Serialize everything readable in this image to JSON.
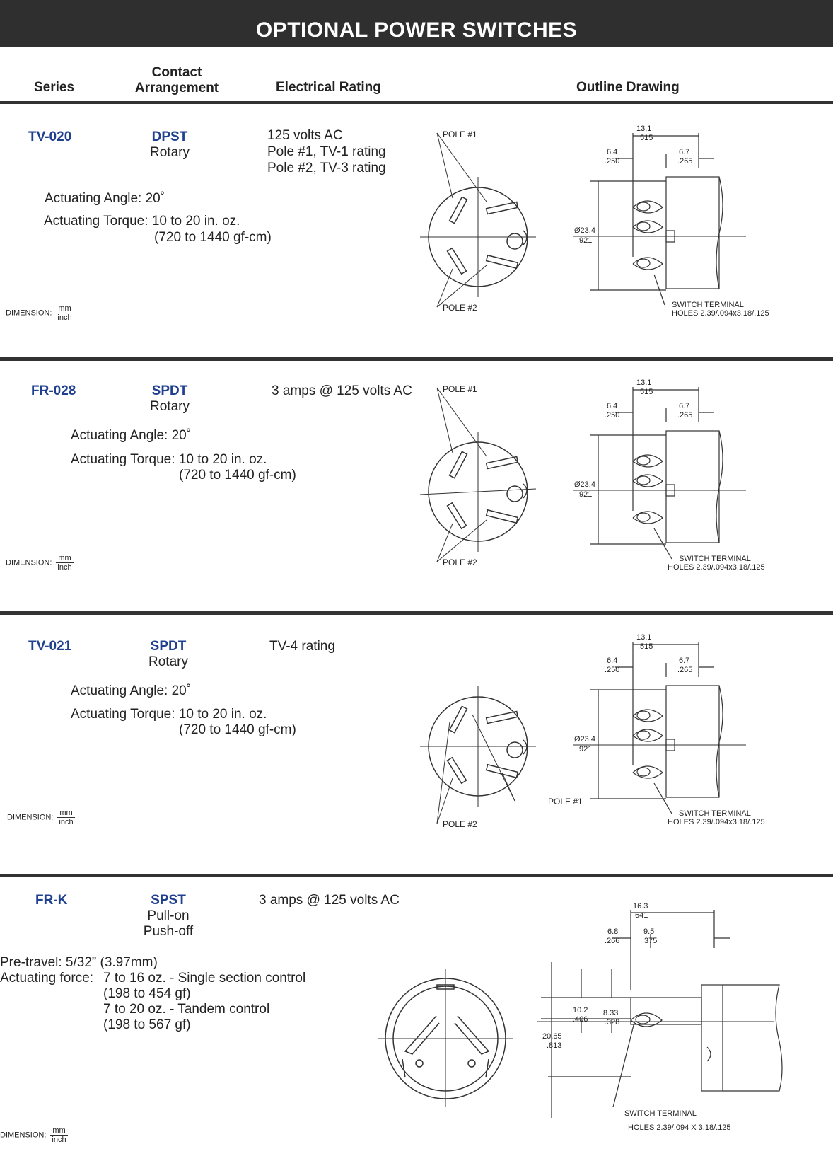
{
  "title": "OPTIONAL POWER SWITCHES",
  "headers": {
    "series": "Series",
    "contact_line1": "Contact",
    "contact_line2": "Arrangement",
    "rating": "Electrical Rating",
    "drawing": "Outline Drawing"
  },
  "dimension": {
    "label": "DIMENSION:",
    "num": "mm",
    "den": "inch"
  },
  "drawing_labels": {
    "pole1": "POLE #1",
    "pole2": "POLE #2",
    "dia_mm": "Ø23.4",
    "dia_in": ".921",
    "w_mm": "13.1",
    "w_in": ".515",
    "a_mm": "6.4",
    "a_in": ".250",
    "b_mm": "6.7",
    "b_in": ".265",
    "term1": "SWITCH TERMINAL",
    "term2": "HOLES 2.39/.094x3.18/.125"
  },
  "frk_drawing": {
    "w_mm": "16.3",
    "w_in": ".641",
    "a_mm": "6.8",
    "a_in": ".266",
    "b_mm": "9.5",
    "b_in": ".375",
    "h1_mm": "10.2",
    "h1_in": ".406",
    "h2_mm": "8.33",
    "h2_in": ".328",
    "h3_mm": "20.65",
    "h3_in": ".813",
    "term1": "SWITCH TERMINAL",
    "term2": "HOLES 2.39/.094 X 3.18/.125"
  },
  "sections": [
    {
      "series": "TV-020",
      "contact": "DPST",
      "contact_type": "Rotary",
      "rating": [
        "125 volts AC",
        "Pole #1, TV-1 rating",
        "Pole #2, TV-3 rating"
      ],
      "angle_label": "Actuating Angle",
      "angle_value": "20˚",
      "torque_label": "Actuating Torque",
      "torque_value": "10 to 20 in. oz.",
      "torque_value2": "(720 to 1440 gf-cm)"
    },
    {
      "series": "FR-028",
      "contact": "SPDT",
      "contact_type": "Rotary",
      "rating": [
        "3 amps @ 125 volts AC"
      ],
      "angle_label": "Actuating Angle",
      "angle_value": "20˚",
      "torque_label": "Actuating Torque",
      "torque_value": "10 to 20 in. oz.",
      "torque_value2": "(720 to 1440 gf-cm)"
    },
    {
      "series": "TV-021",
      "contact": "SPDT",
      "contact_type": "Rotary",
      "rating": [
        "TV-4 rating"
      ],
      "angle_label": "Actuating Angle",
      "angle_value": "20˚",
      "torque_label": "Actuating Torque",
      "torque_value": "10 to 20 in. oz.",
      "torque_value2": "(720 to 1440 gf-cm)"
    },
    {
      "series": "FR-K",
      "contact": "SPST",
      "contact_type": "Pull-on",
      "contact_type2": "Push-off",
      "rating": [
        "3 amps @ 125 volts AC"
      ],
      "pretravel_label": "Pre-travel",
      "pretravel_value": "5/32” (3.97mm)",
      "force_label": "Actuating force",
      "force_lines": [
        "7 to 16 oz. - Single section control",
        "(198 to 454 gf)",
        "7 to 20 oz. - Tandem control",
        "(198 to 567 gf)"
      ]
    }
  ]
}
